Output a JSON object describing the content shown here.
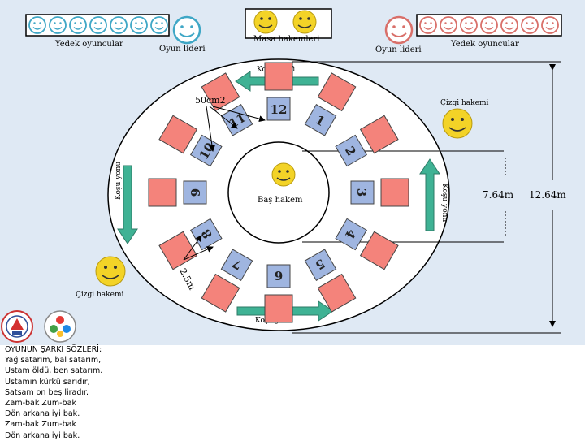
{
  "top_left": {
    "bench_label": "Yedek oyuncular",
    "leader_label": "Oyun lideri",
    "bench_count": 7
  },
  "top_center": {
    "label": "Masa hakemleri",
    "count": 2
  },
  "top_right": {
    "bench_label": "Yedek oyuncular",
    "leader_label": "Oyun lideri",
    "bench_count": 7
  },
  "field": {
    "run_direction_top": "Koşu yönü",
    "run_direction_bottom": "Koşu yönü",
    "run_direction_left": "Koşu yönü",
    "run_direction_right": "Koşu yönü",
    "area_label": "50cm2",
    "gap_label": "2.5m",
    "line_judge_top": "Çizgi hakemi",
    "line_judge_bottom": "Çizgi hakemi",
    "head_referee": "Baş hakem",
    "inner_diameter": "7.64m",
    "outer_diameter": "12.64m",
    "numbers": [
      "1",
      "2",
      "3",
      "4",
      "5",
      "6",
      "7",
      "8",
      "9",
      "10",
      "11",
      "12"
    ]
  },
  "lyrics": {
    "title": "OYUNUN ŞARKI SÖZLERİ:",
    "lines": [
      "Yağ satarım, bal satarım,",
      "Ustam öldü, ben satarım.",
      "Ustamın kürkü sarıdır,",
      "Satsam on beş liradır.",
      "Zam-bak Zum-bak",
      "Dön arkana iyi bak.",
      "Zam-bak Zum-bak",
      "Dön arkana iyi bak."
    ]
  },
  "colors": {
    "background": "#dfe9f4",
    "red_square": "#f4837b",
    "blue_square": "#9fb5e0",
    "face_yellow": "#f3d327",
    "face_blue_outline": "#3fa7c6",
    "face_red_outline": "#d9706a",
    "arrow_green": "#3fb294"
  }
}
